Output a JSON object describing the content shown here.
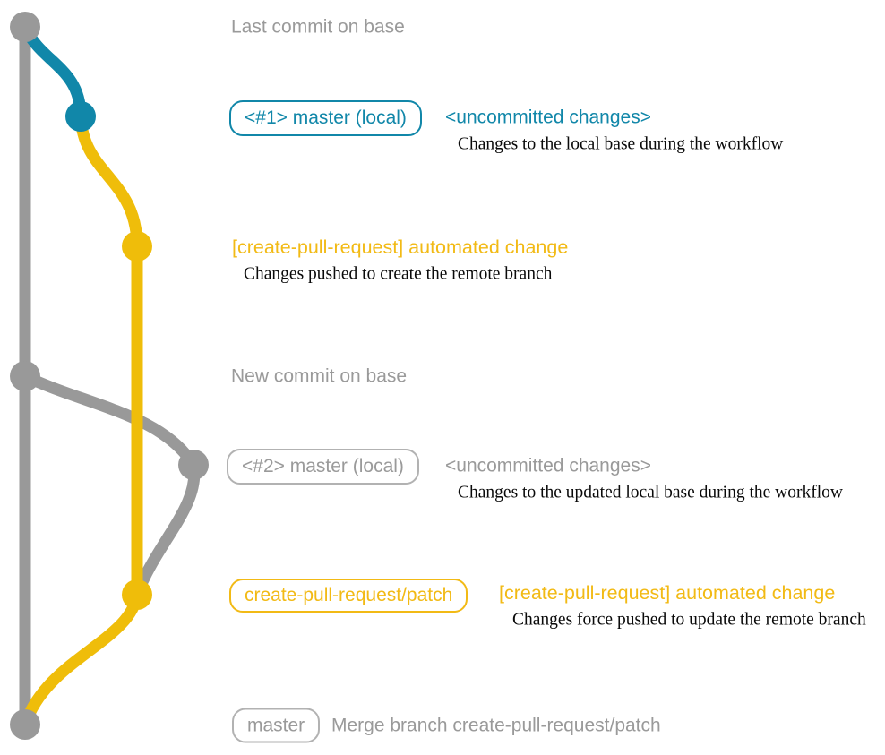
{
  "colors": {
    "teal": "#1187a9",
    "yellow": "#efbd0a",
    "yellow_text": "#f2ba15",
    "gray": "#999999",
    "gray_text": "#9a9a9a",
    "gray_border": "#b2b2b2",
    "ink": "#0a0a0a"
  },
  "labels": {
    "last_commit_on_base": "Last commit on base",
    "new_commit_on_base": "New commit on base"
  },
  "rows": {
    "local1": {
      "tag": "<#1> master (local)",
      "status": "<uncommitted changes>",
      "desc": "Changes to the local base during the workflow"
    },
    "push1": {
      "message": "[create-pull-request] automated change",
      "desc": "Changes pushed to create the remote branch"
    },
    "local2": {
      "tag": "<#2> master (local)",
      "status": "<uncommitted changes>",
      "desc": "Changes to the updated local base during the workflow"
    },
    "push2": {
      "tag": "create-pull-request/patch",
      "message": "[create-pull-request] automated change",
      "desc": "Changes force pushed to update the remote branch"
    },
    "merge": {
      "tag": "master",
      "message": "Merge branch create-pull-request/patch"
    }
  },
  "graph": {
    "commits": [
      {
        "name": "last-commit-on-base",
        "branch": "base",
        "color": "gray"
      },
      {
        "name": "uncommitted-changes-1",
        "branch": "master-local",
        "color": "teal"
      },
      {
        "name": "automated-change-1",
        "branch": "create-pull-request/patch",
        "color": "yellow"
      },
      {
        "name": "new-commit-on-base",
        "branch": "base",
        "color": "gray"
      },
      {
        "name": "uncommitted-changes-2",
        "branch": "master-local",
        "color": "gray"
      },
      {
        "name": "automated-change-2",
        "branch": "create-pull-request/patch",
        "color": "yellow"
      },
      {
        "name": "merge-commit",
        "branch": "base",
        "color": "gray"
      }
    ]
  }
}
